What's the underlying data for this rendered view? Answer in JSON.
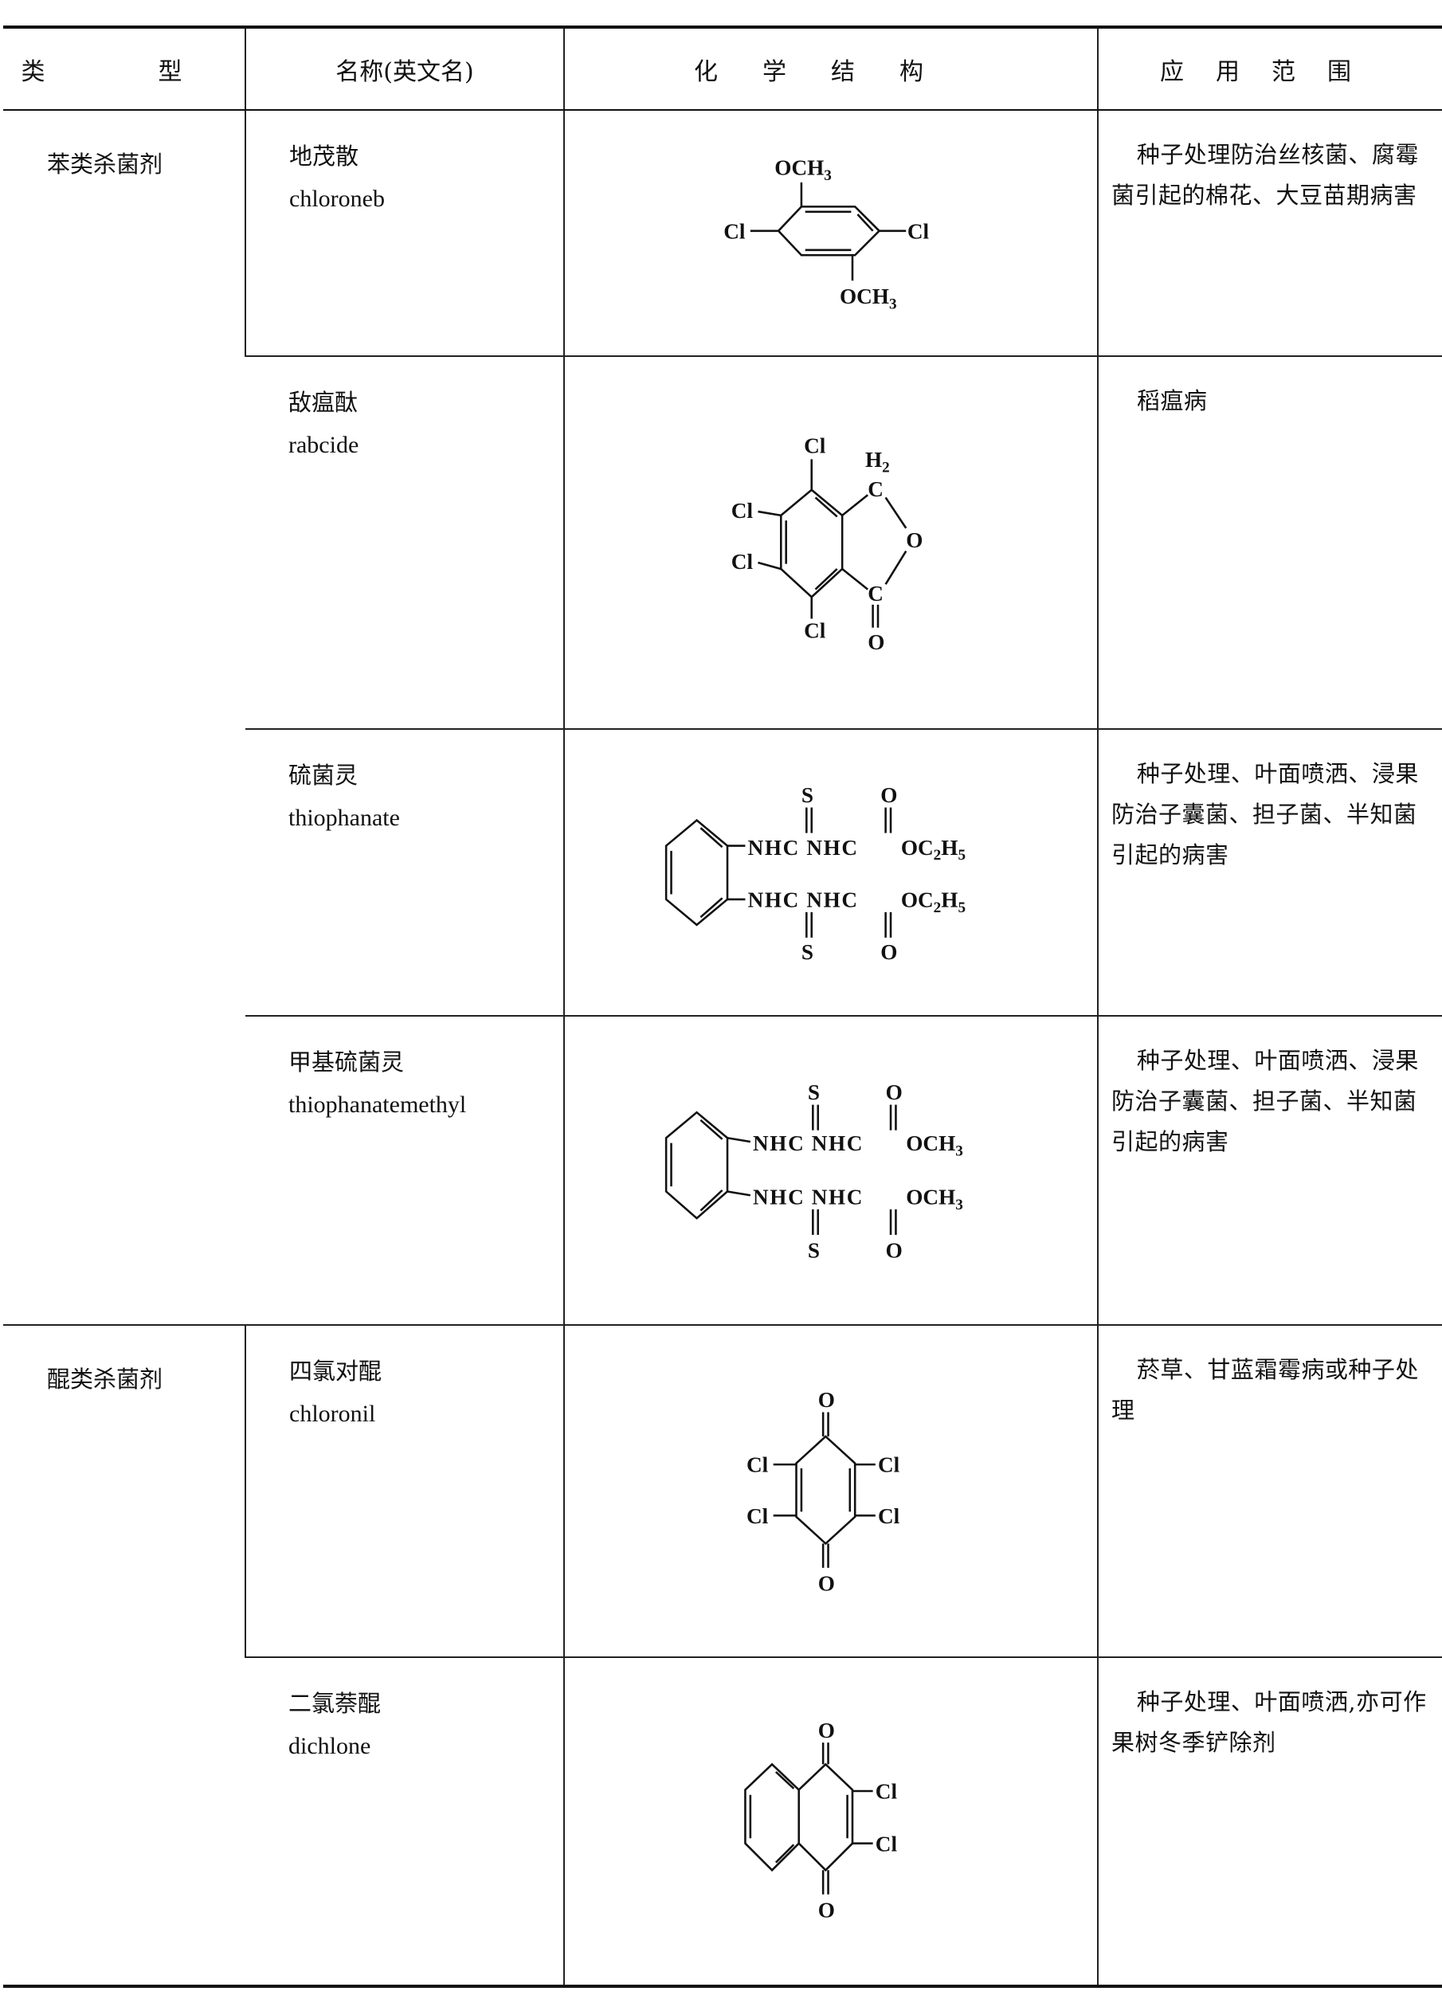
{
  "header": {
    "type": "类　型",
    "name": "名称(英文名)",
    "structure": "化学结构",
    "usage": "应用范围"
  },
  "groups": [
    {
      "type": "苯类杀菌剂"
    },
    {
      "type": "醌类杀菌剂"
    }
  ],
  "rows": [
    {
      "cn": "地茂散",
      "en": "chloroneb",
      "usage": "种子处理防治丝核菌、腐霉菌引起的棉花、大豆苗期病害",
      "labels": {
        "top_main": "OCH",
        "top_sub": "3",
        "left": "Cl",
        "right": "Cl",
        "bottom_main": "OCH",
        "bottom_sub": "3"
      }
    },
    {
      "cn": "敌瘟酞",
      "en": "rabcide",
      "usage": "稻瘟病",
      "labels": {
        "cl_top": "Cl",
        "cl_left1": "Cl",
        "cl_left2": "Cl",
        "cl_bottom": "Cl",
        "h_main": "H",
        "h_sub": "2",
        "c1": "C",
        "o_ring": "O",
        "c2": "C",
        "o_carbonyl": "O"
      }
    },
    {
      "cn": "硫菌灵",
      "en": "thiophanate",
      "usage": "种子处理、叶面喷洒、浸果防治子囊菌、担子菌、半知菌引起的病害",
      "labels": {
        "line1": "NHC NHC",
        "line2": "NHC NHC",
        "ester_main": "OC",
        "ester_sub1": "2",
        "ester_h": "H",
        "ester_sub2": "5",
        "s": "S",
        "o": "O"
      }
    },
    {
      "cn": "甲基硫菌灵",
      "en": "thiophanatemethyl",
      "usage": "种子处理、叶面喷洒、浸果防治子囊菌、担子菌、半知菌引起的病害",
      "labels": {
        "line1": "NHC NHC",
        "line2": "NHC NHC",
        "ester_main": "OCH",
        "ester_sub": "3",
        "s": "S",
        "o": "O"
      }
    },
    {
      "cn": "四氯对醌",
      "en": "chloronil",
      "usage": "菸草、甘蓝霜霉病或种子处理",
      "labels": {
        "o": "O",
        "cl": "Cl"
      }
    },
    {
      "cn": "二氯萘醌",
      "en": "dichlone",
      "usage": "种子处理、叶面喷洒,亦可作果树冬季铲除剂",
      "labels": {
        "o": "O",
        "cl": "Cl"
      }
    }
  ]
}
